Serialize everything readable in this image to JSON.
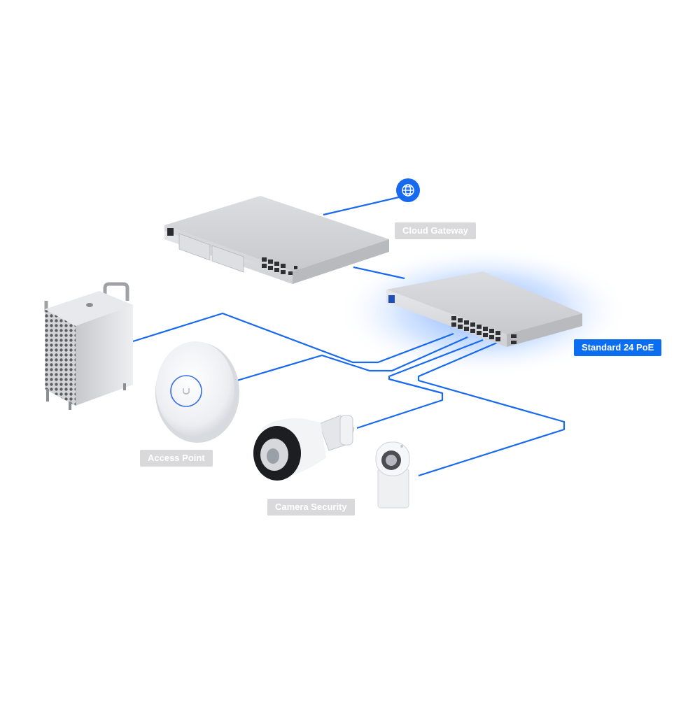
{
  "colors": {
    "wire": "#1769f0",
    "accent": "#0b6df0",
    "label_grey": "#d9d9db",
    "device_body": "#c9cacd"
  },
  "icons": {
    "internet": "globe-icon"
  },
  "labels": {
    "cloud_gateway": "Cloud Gateway",
    "switch": "Standard 24 PoE",
    "access_point": "Access Point",
    "camera": "Camera Security"
  }
}
